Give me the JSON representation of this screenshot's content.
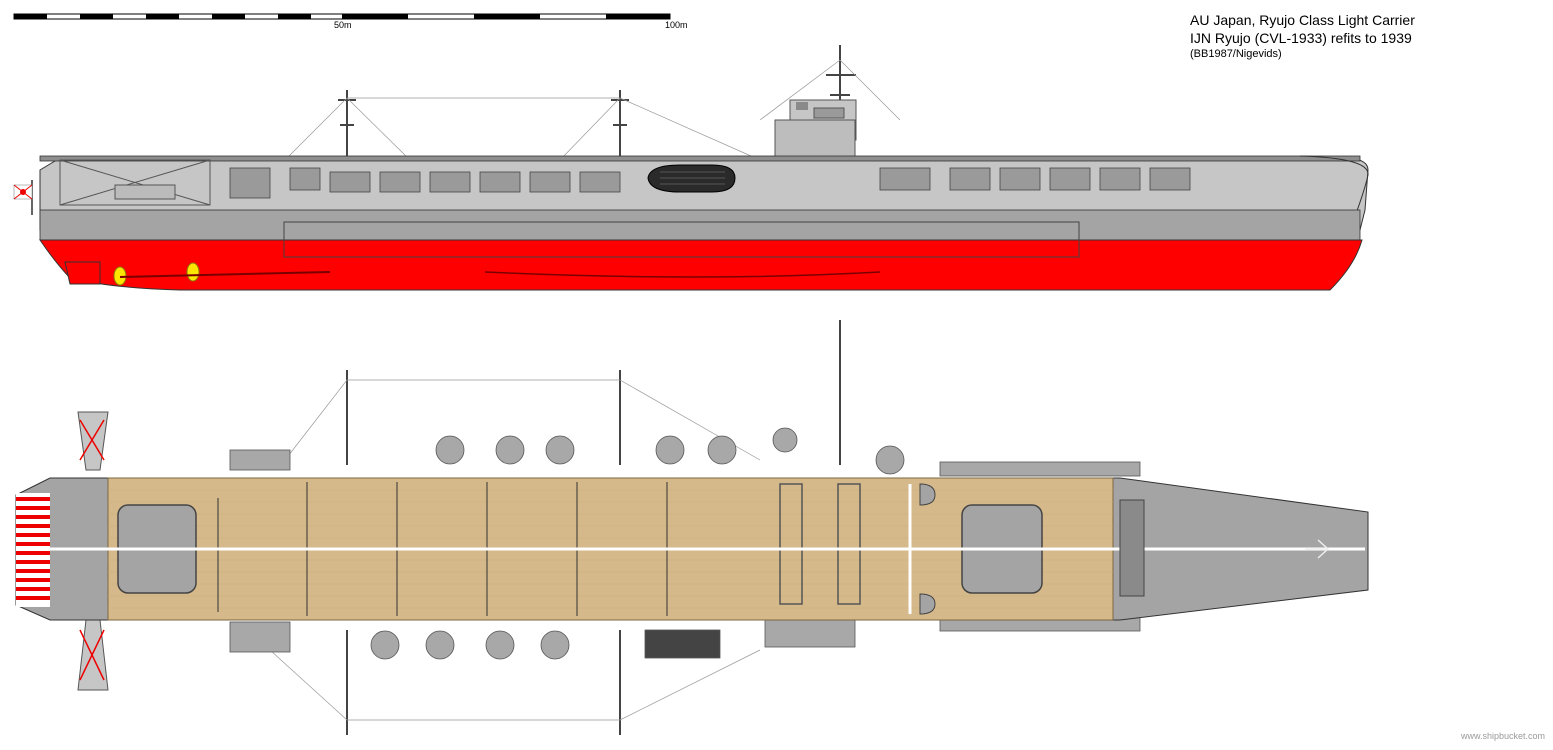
{
  "title": {
    "line1": "AU Japan, Ryujo Class Light Carrier",
    "line2": "IJN Ryujo (CVL-1933) refits to 1939",
    "credit": "(BB1987/Nigevids)"
  },
  "scale_bar": {
    "mid_label": "50m",
    "end_label": "100m"
  },
  "watermark": "www.shipbucket.com",
  "colors": {
    "hull_red": "#ff0000",
    "hull_grey": "#a4a4a4",
    "upper_grey": "#c6c6c6",
    "deck_wood": "#d6b98a",
    "dark_grey": "#5a5a5a",
    "prop_yellow": "#ffe600"
  },
  "icons": [
    "rising-sun-flag-icon",
    "propeller-icon",
    "landing-arrow-icon"
  ]
}
